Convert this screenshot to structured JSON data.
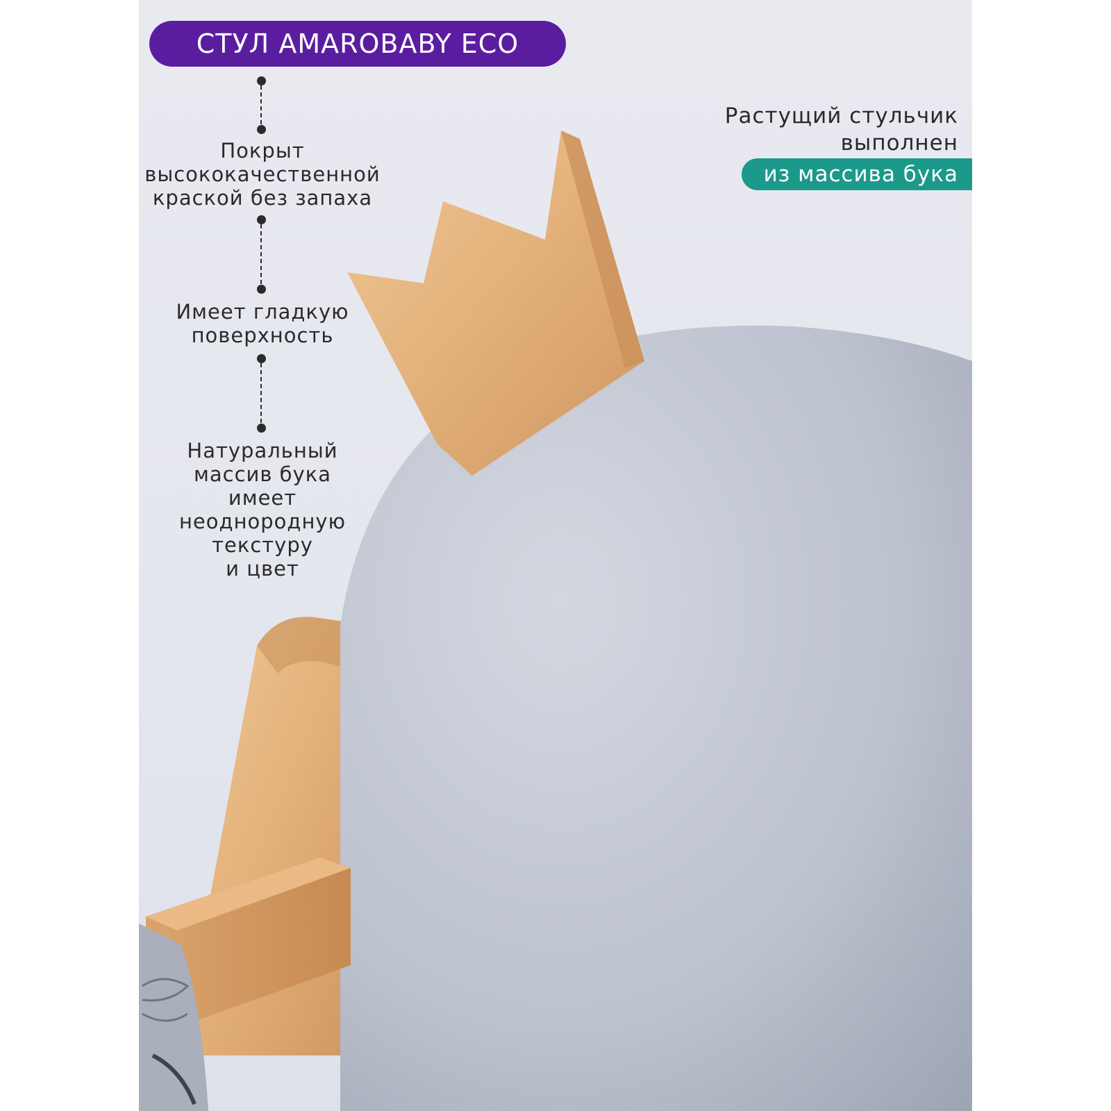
{
  "title": "СТУЛ AMAROBABY ECO",
  "features": [
    {
      "lines": [
        "Покрыт",
        "высококачественной",
        "краской без запаха"
      ]
    },
    {
      "lines": [
        "Имеет гладкую",
        "поверхность"
      ]
    },
    {
      "lines": [
        "Натуральный",
        "массив бука",
        "имеет",
        "неоднородную",
        "текстуру",
        "и цвет"
      ]
    }
  ],
  "right_caption": {
    "line1": "Растущий стульчик",
    "line2": "выполнен",
    "highlight": "из массива бука"
  },
  "colors": {
    "title_pill": "#5b1da0",
    "highlight_pill": "#1b9a8c",
    "wood": "#e2b27a",
    "seat": "#b9bfcc"
  }
}
